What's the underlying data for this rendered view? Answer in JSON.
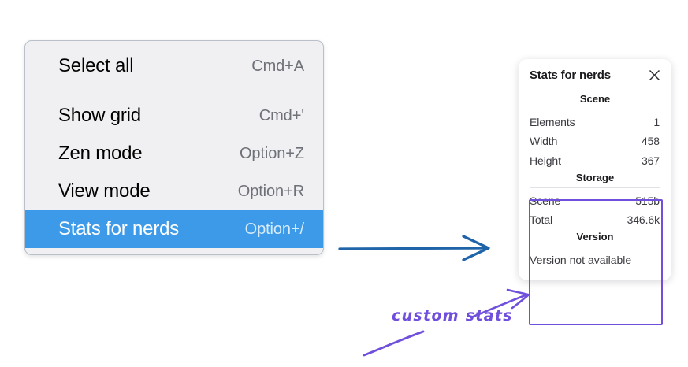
{
  "menu": {
    "groups": [
      {
        "items": [
          {
            "label": "Select all",
            "shortcut": "Cmd+A",
            "selected": false
          }
        ]
      },
      {
        "items": [
          {
            "label": "Show grid",
            "shortcut": "Cmd+'",
            "selected": false
          },
          {
            "label": "Zen mode",
            "shortcut": "Option+Z",
            "selected": false
          },
          {
            "label": "View mode",
            "shortcut": "Option+R",
            "selected": false
          },
          {
            "label": "Stats for nerds",
            "shortcut": "Option+/",
            "selected": true
          }
        ]
      }
    ],
    "highlight_color": "#3c9ae8"
  },
  "stats_panel": {
    "title": "Stats for nerds",
    "close_icon": "close-icon",
    "sections": [
      {
        "heading": "Scene",
        "rows": [
          {
            "key": "Elements",
            "value": "1"
          },
          {
            "key": "Width",
            "value": "458"
          },
          {
            "key": "Height",
            "value": "367"
          }
        ]
      },
      {
        "heading": "Storage",
        "rows": [
          {
            "key": "Scene",
            "value": "515b"
          },
          {
            "key": "Total",
            "value": "346.6k"
          }
        ]
      },
      {
        "heading": "Version",
        "note": "Version not available"
      }
    ]
  },
  "annotations": {
    "label": "custom stats",
    "purple_color": "#6f4fdb",
    "blue_color": "#1f63a8"
  }
}
